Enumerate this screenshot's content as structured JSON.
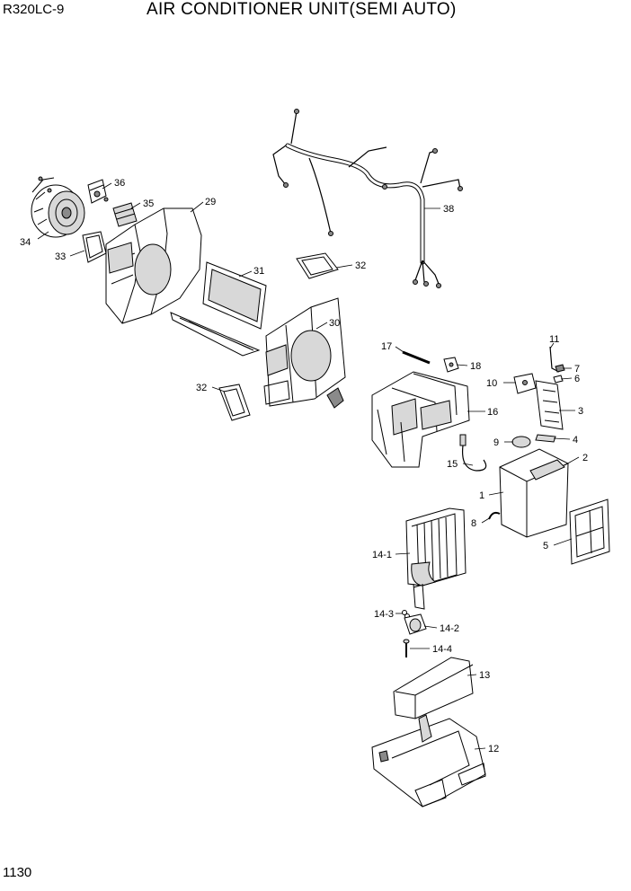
{
  "header": {
    "model": "R320LC-9",
    "title": "AIR CONDITIONER UNIT(SEMI AUTO)"
  },
  "footer": {
    "page_number": "1130"
  },
  "callouts": [
    {
      "id": "c34",
      "text": "34"
    },
    {
      "id": "c33",
      "text": "33"
    },
    {
      "id": "c36",
      "text": "36"
    },
    {
      "id": "c35",
      "text": "35"
    },
    {
      "id": "c29",
      "text": "29"
    },
    {
      "id": "c38",
      "text": "38"
    },
    {
      "id": "c32a",
      "text": "32"
    },
    {
      "id": "c31",
      "text": "31"
    },
    {
      "id": "c30",
      "text": "30"
    },
    {
      "id": "c32b",
      "text": "32"
    },
    {
      "id": "c17",
      "text": "17"
    },
    {
      "id": "c18",
      "text": "18"
    },
    {
      "id": "c11",
      "text": "11"
    },
    {
      "id": "c7",
      "text": "7"
    },
    {
      "id": "c10",
      "text": "10"
    },
    {
      "id": "c6",
      "text": "6"
    },
    {
      "id": "c3",
      "text": "3"
    },
    {
      "id": "c16",
      "text": "16"
    },
    {
      "id": "c9",
      "text": "9"
    },
    {
      "id": "c4",
      "text": "4"
    },
    {
      "id": "c2",
      "text": "2"
    },
    {
      "id": "c15",
      "text": "15"
    },
    {
      "id": "c1",
      "text": "1"
    },
    {
      "id": "c8",
      "text": "8"
    },
    {
      "id": "c5",
      "text": "5"
    },
    {
      "id": "c14_1",
      "text": "14-1"
    },
    {
      "id": "c14_3",
      "text": "14-3"
    },
    {
      "id": "c14_2",
      "text": "14-2"
    },
    {
      "id": "c14_4",
      "text": "14-4"
    },
    {
      "id": "c13",
      "text": "13"
    },
    {
      "id": "c12",
      "text": "12"
    }
  ]
}
